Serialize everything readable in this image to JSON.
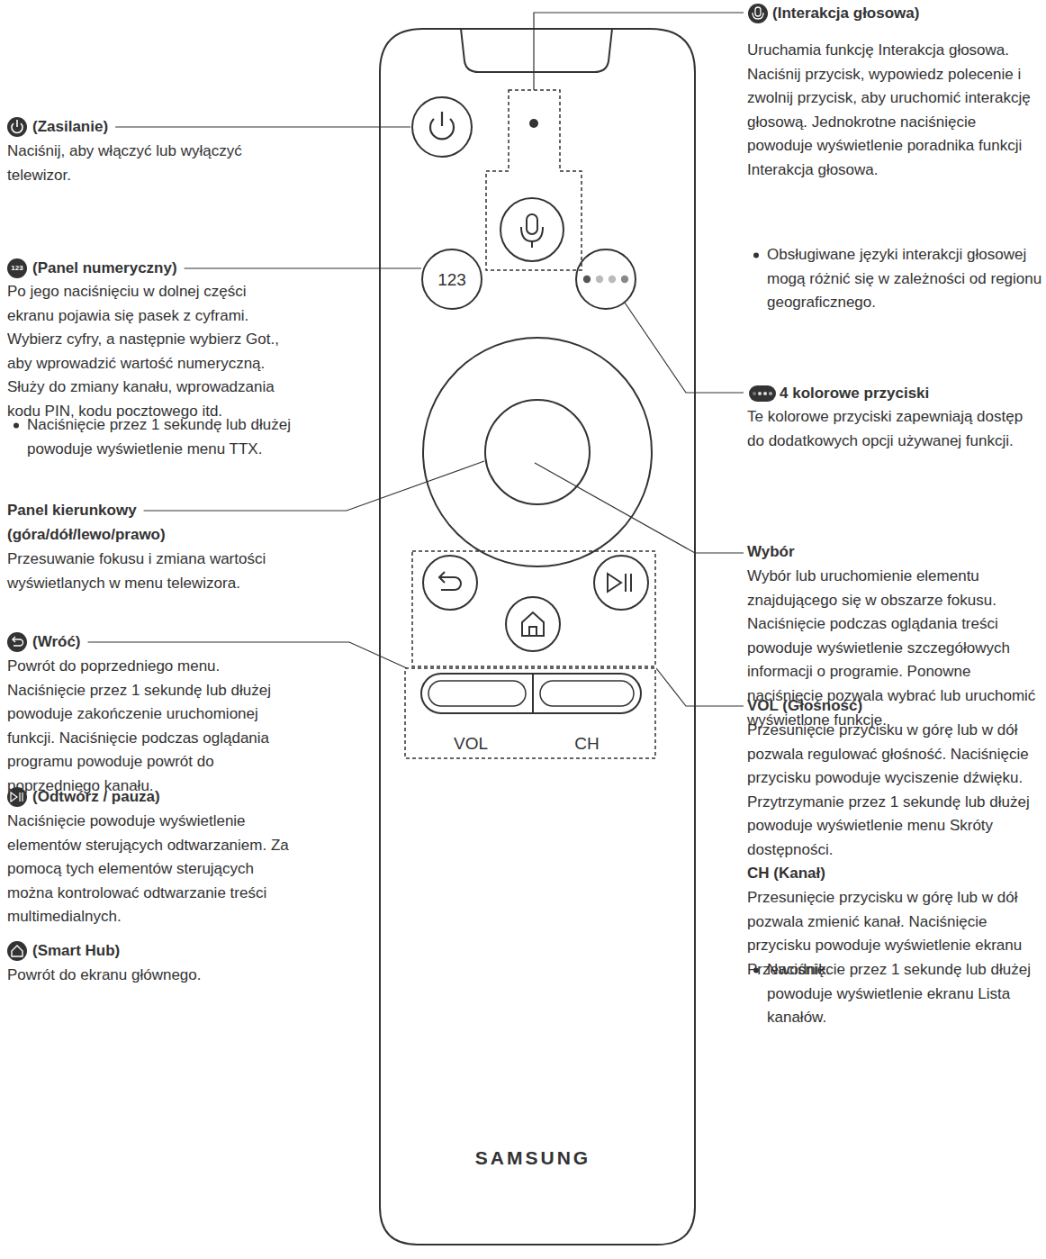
{
  "diagram": {
    "labels": [
      "(Zasilanie)",
      "Naciśnij, aby włączyć lub wyłączyć telewizor.",
      "(Panel numeryczny)",
      "Po jego naciśnięciu w dolnej części ekranu pojawia się pasek z cyframi. Wybierz cyfry, a następnie wybierz Got., aby wprowadzić wartość numeryczną. Służy do zmiany kanału, wprowadzania kodu PIN, kodu pocztowego itd.",
      "Naciśnięcie przez 1 sekundę lub dłużej powoduje wyświetlenie menu TTX.",
      "Panel kierunkowy (góra/dół/lewo/prawo)",
      "Przesuwanie fokusu i zmiana wartości wyświetlanych w menu telewizora.",
      "(Wróć)",
      "Powrót do poprzedniego menu. Naciśnięcie przez 1 sekundę lub dłużej powoduje zakończenie uruchomionej funkcji. Naciśnięcie podczas oglądania programu powoduje powrót do poprzedniego kanału.",
      "(Odtwórz / pauza)",
      "Naciśnięcie powoduje wyświetlenie elementów sterujących odtwarzaniem. Za pomocą tych elementów sterujących można kontrolować odtwarzanie treści multimedialnych.",
      "(Smart Hub)",
      "Powrót do ekranu głównego.",
      "(Interakcja głosowa)",
      "Uruchamia funkcję Interakcja głosowa. Naciśnij przycisk, wypowiedz polecenie i zwolnij przycisk, aby uruchomić interakcję głosową. Jednokrotne naciśnięcie powoduje wyświetlenie poradnika funkcji Interakcja głosowa.",
      "Obsługiwane języki interakcji głosowej mogą różnić się w zależności od regionu geograficznego.",
      "4 kolorowe przyciski",
      "Te kolorowe przyciski zapewniają dostęp do dodatkowych opcji używanej funkcji.",
      "Wybór",
      "Wybór lub uruchomienie elementu znajdującego się w obszarze fokusu. Naciśnięcie podczas oglądania treści powoduje wyświetlenie szczegółowych informacji o programie. Ponowne naciśnięcie pozwala wybrać lub uruchomić wyświetlone funkcje.",
      "VOL (Głośność)",
      "Przesunięcie przycisku w górę lub w dół pozwala regulować głośność. Naciśnięcie przycisku powoduje wyciszenie dźwięku. Przytrzymanie przez 1 sekundę lub dłużej powoduje wyświetlenie menu Skróty dostępności.",
      "CH (Kanał)",
      "Przesunięcie przycisku w górę lub w dół pozwala zmienić kanał. Naciśnięcie przycisku powoduje wyświetlenie ekranu Przewodnik.",
      "Naciśnięcie przez 1 sekundę lub dłużej powoduje wyświetlenie ekranu Lista kanałów.",
      "123",
      "123",
      "VOL",
      "CH",
      "SAMSUNG"
    ]
  }
}
